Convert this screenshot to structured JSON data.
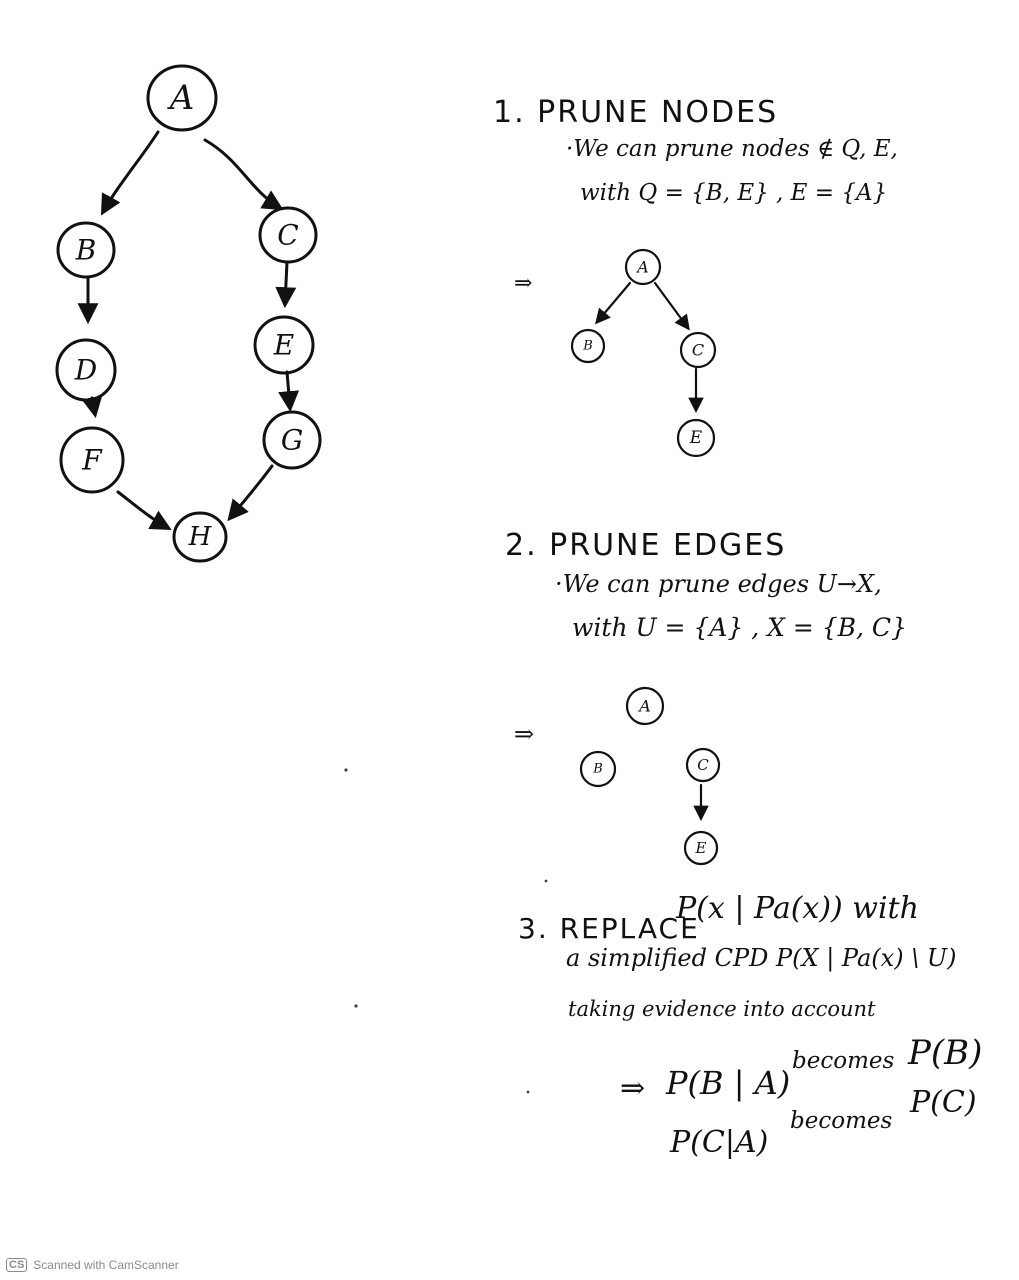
{
  "graph_full": {
    "nodes": [
      "A",
      "B",
      "C",
      "D",
      "E",
      "F",
      "G",
      "H"
    ]
  },
  "step1": {
    "heading": "1. PRUNE NODES",
    "line1": "·We can prune nodes ∉ Q, E,",
    "line2": "with  Q = {B, E} ,  E = {A}",
    "arrow": "⇒",
    "graph_nodes": [
      "A",
      "B",
      "C",
      "E"
    ]
  },
  "step2": {
    "heading": "2. PRUNE EDGES",
    "line1": "·We can prune edges U→X,",
    "line2": "with U = {A} , X = {B, C}",
    "arrow": "⇒",
    "graph_nodes": [
      "A",
      "B",
      "C",
      "E"
    ]
  },
  "step3": {
    "heading": "3. REPLACE",
    "heading_expr": "P(x | Pa(x)) with",
    "line1": "a simplified CPD  P(X | Pa(x) \\ U)",
    "line2": "taking evidence into account",
    "result1_arrow": "⇒",
    "result1_lhs": "P(B | A)",
    "result1_mid": "becomes",
    "result1_rhs": "P(B)",
    "result2_lhs": "P(C|A)",
    "result2_mid": "becomes",
    "result2_rhs": "P(C)"
  },
  "watermark": {
    "logo": "CS",
    "text": "Scanned with CamScanner"
  }
}
